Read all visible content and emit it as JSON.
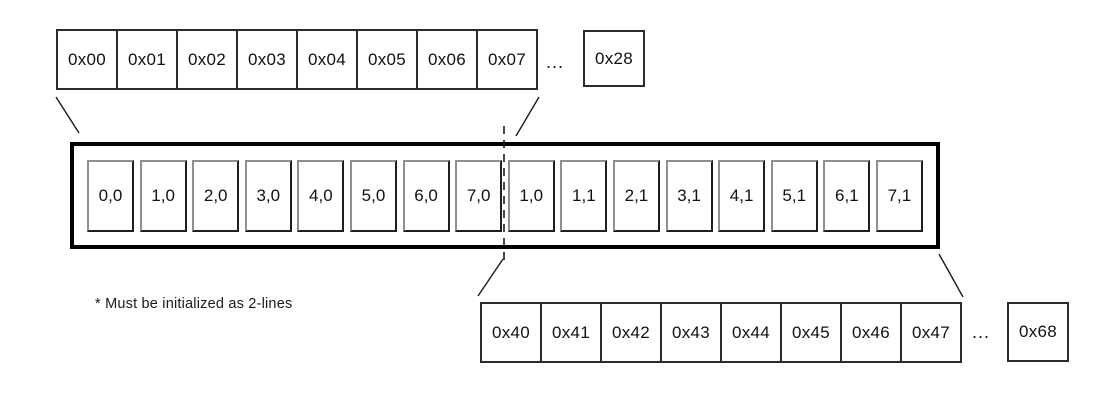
{
  "diagram": {
    "top_row": {
      "cells": [
        "0x00",
        "0x01",
        "0x02",
        "0x03",
        "0x04",
        "0x05",
        "0x06",
        "0x07"
      ],
      "ellipsis": "...",
      "overflow_cell": "0x28"
    },
    "buffer": {
      "cells": [
        "0,0",
        "1,0",
        "2,0",
        "3,0",
        "4,0",
        "5,0",
        "6,0",
        "7,0",
        "1,0",
        "1,1",
        "2,1",
        "3,1",
        "4,1",
        "5,1",
        "6,1",
        "7,1"
      ]
    },
    "bottom_row": {
      "cells": [
        "0x40",
        "0x41",
        "0x42",
        "0x43",
        "0x44",
        "0x45",
        "0x46",
        "0x47"
      ],
      "ellipsis": "...",
      "overflow_cell": "0x68"
    },
    "note": "* Must be initialized as 2-lines",
    "colors": {
      "line": "#1a1a1a",
      "thick_border": "#000000",
      "background": "#ffffff"
    }
  }
}
